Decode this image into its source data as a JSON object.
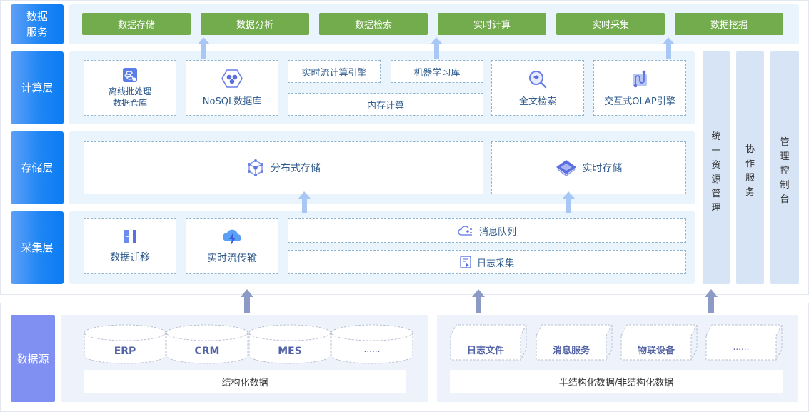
{
  "layers": {
    "service": {
      "label": "数据服务",
      "items": [
        "数据存储",
        "数据分析",
        "数据检索",
        "实时计算",
        "实时采集",
        "数据挖掘"
      ]
    },
    "compute": {
      "label": "计算层",
      "offline": {
        "line1": "离线批处理",
        "line2": "数据仓库",
        "icon": "database-cluster-icon"
      },
      "nosql": {
        "label": "NoSQL数据库",
        "icon": "hexagon-nodes-icon"
      },
      "stream": "实时流计算引擎",
      "ml": "机器学习库",
      "memory": "内存计算",
      "fulltext": {
        "label": "全文检索",
        "icon": "search-layers-icon"
      },
      "olap": {
        "label": "交互式OLAP引擎",
        "icon": "pipeline-icon"
      }
    },
    "storage": {
      "label": "存储层",
      "distributed": {
        "label": "分布式存储",
        "icon": "cube-network-icon"
      },
      "realtime": {
        "label": "实时存储",
        "icon": "diamond-layers-icon"
      }
    },
    "collect": {
      "label": "采集层",
      "migration": {
        "label": "数据迁移",
        "icon": "migration-icon"
      },
      "stream_transfer": {
        "label": "实时流传输",
        "icon": "cloud-bolt-icon"
      },
      "mq": {
        "label": "消息队列",
        "icon": "cloud-queue-icon"
      },
      "log": {
        "label": "日志采集",
        "icon": "log-doc-icon"
      }
    }
  },
  "side_columns": [
    {
      "label": "统一资源管理"
    },
    {
      "label": "协作服务"
    },
    {
      "label": "管理控制台"
    }
  ],
  "source": {
    "label": "数据源",
    "structured": {
      "items": [
        "ERP",
        "CRM",
        "MES",
        "......"
      ],
      "caption": "结构化数据"
    },
    "unstructured": {
      "items": [
        "日志文件",
        "消息服务",
        "物联设备",
        "......"
      ],
      "caption": "半结构化数据/非结构化数据"
    }
  },
  "colors": {
    "service_green": "#72ac4c",
    "layer_blue": "#1f86f5",
    "source_purple": "#7f8ff2",
    "arrow_light": "#a9c7f5",
    "arrow_dark": "#8b9bc5"
  }
}
